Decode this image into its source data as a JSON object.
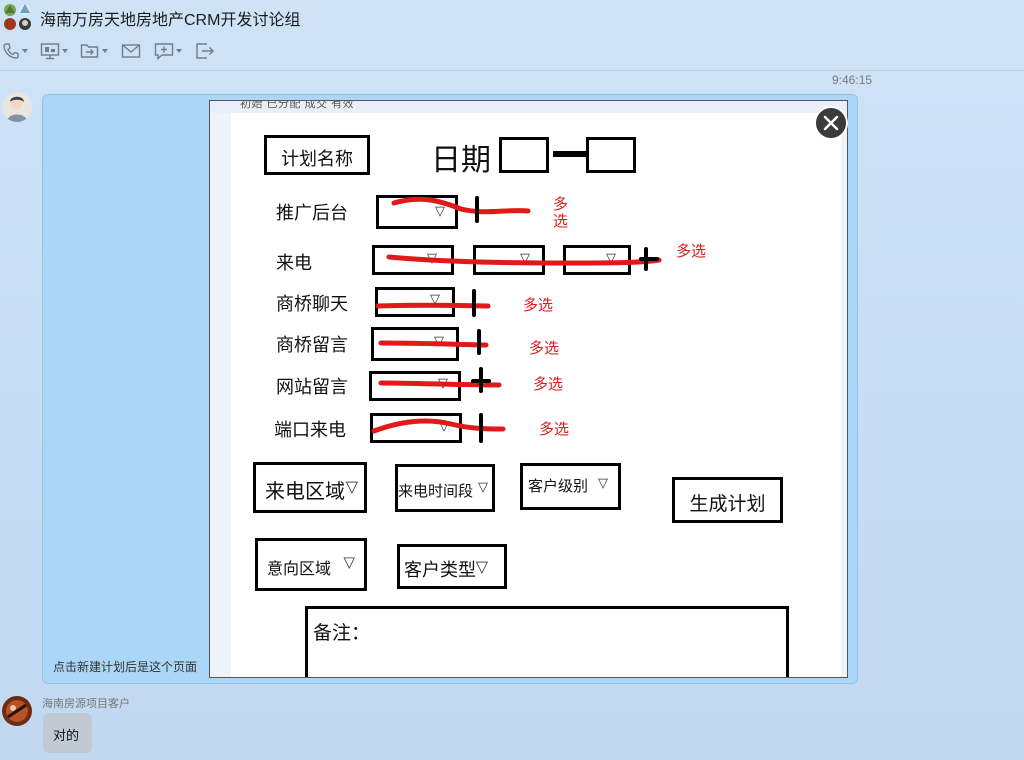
{
  "header": {
    "title": "海南万房天地房地产CRM开发讨论组",
    "toolbar": [
      {
        "icon": "phone-icon",
        "has_menu": true
      },
      {
        "icon": "screen-share-icon",
        "has_menu": true
      },
      {
        "icon": "file-transfer-icon",
        "has_menu": true
      },
      {
        "icon": "mail-icon",
        "has_menu": false
      },
      {
        "icon": "add-app-icon",
        "has_menu": true
      },
      {
        "icon": "exit-icon",
        "has_menu": false
      }
    ]
  },
  "chat": {
    "timestamp": "9:46:15",
    "message1": {
      "caption": "点击新建计划后是这个页面",
      "image": {
        "top_strip_text": "初始    已分配    成交    有效",
        "plan_name": "计划名称",
        "date_label": "日期",
        "rows": [
          {
            "label": "推广后台",
            "note_lines": [
              "多",
              "选"
            ]
          },
          {
            "label": "来电",
            "note": "多选"
          },
          {
            "label": "商桥聊天",
            "note": "多选"
          },
          {
            "label": "商桥留言",
            "note": "多选"
          },
          {
            "label": "网站留言",
            "note": "多选"
          },
          {
            "label": "端口来电",
            "note": "多选"
          }
        ],
        "dropdown_arrow": "▽",
        "filters": [
          {
            "label": "来电区域"
          },
          {
            "label": "来电时间段"
          },
          {
            "label": "客户级别"
          },
          {
            "label": "意向区域"
          },
          {
            "label": "客户类型"
          }
        ],
        "generate_button": "生成计划",
        "remark_label": "备注："
      }
    },
    "message2": {
      "sender": "海南房源项目客户",
      "text": "对的"
    }
  },
  "colors": {
    "bubble_blue": "#aad7f7",
    "annotation_red": "#e01919",
    "close_button": "#3b3b3b"
  }
}
